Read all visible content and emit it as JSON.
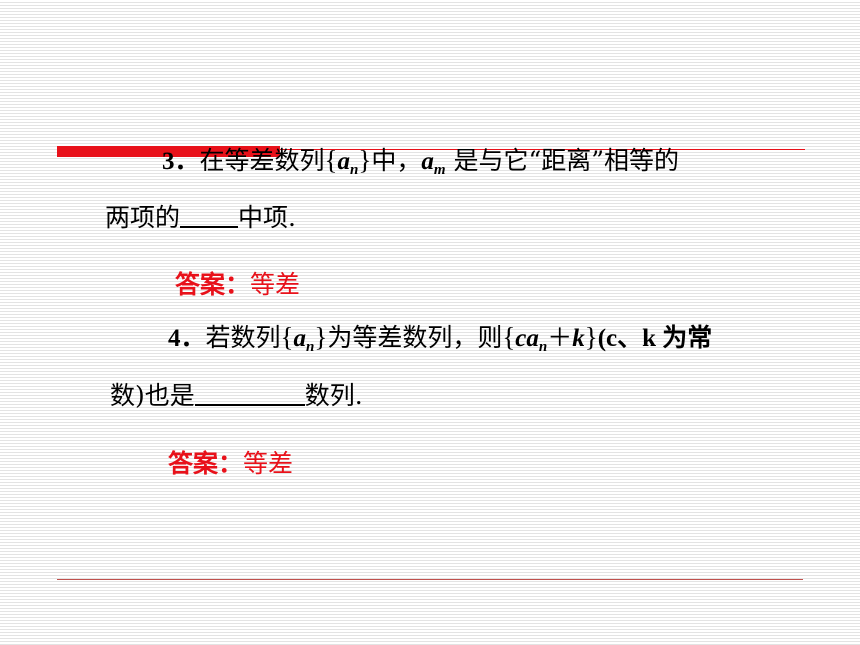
{
  "colors": {
    "accent_red": "#e8111a",
    "stripe": "#e3e3e3"
  },
  "q3": {
    "num": "3．",
    "part1": "在等差数列",
    "var_a": "a",
    "sub_n": "n",
    "part2": "中，",
    "var_am": "a",
    "sub_m": "m",
    "part3": " 是与它“距离”相等的",
    "line2_a": "两项的",
    "line2_b": "中项."
  },
  "answer1": {
    "label": "答案：",
    "value": "等差"
  },
  "q4": {
    "num": "4．",
    "part1": "若数列",
    "var_a": "a",
    "sub_n": "n",
    "part2": "为等差数列，则",
    "expr_c": "ca",
    "expr_sub": "n",
    "expr_plus": "＋",
    "expr_k": "k",
    "paren": "(c、k 为常",
    "line2_a": "数)也是",
    "line2_b": "数列."
  },
  "answer2": {
    "label": "答案：",
    "value": "等差"
  }
}
